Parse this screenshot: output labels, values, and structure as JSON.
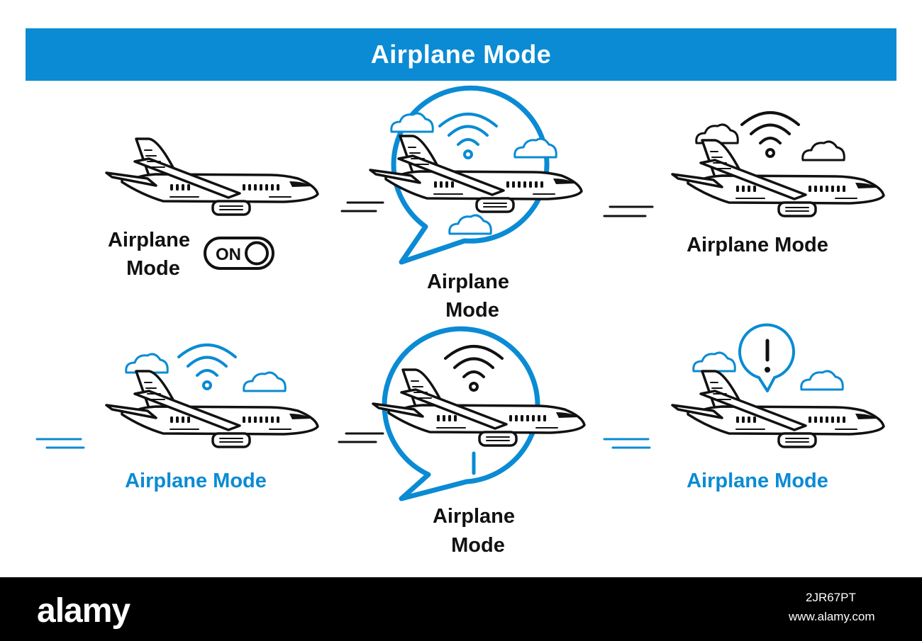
{
  "header": {
    "title": "Airplane Mode"
  },
  "colors": {
    "accent": "#0a8bd4",
    "ink": "#111111",
    "background": "#ffffff",
    "footer": "#000000"
  },
  "icons": [
    {
      "name": "icon-toggle-on",
      "label_lines": [
        "Airplane",
        "Mode"
      ],
      "label_color": "#111111",
      "toggle_text": "ON"
    },
    {
      "name": "icon-bubble-wifi",
      "label_lines": [
        "Airplane",
        "Mode"
      ],
      "label_color": "#111111"
    },
    {
      "name": "icon-wifi-clouds",
      "label_lines": [
        "Airplane Mode"
      ],
      "label_color": "#111111"
    },
    {
      "name": "icon-wifi-clouds-blue",
      "label_lines": [
        "Airplane Mode"
      ],
      "label_color": "#0a8bd4"
    },
    {
      "name": "icon-bubble-wifi-alert",
      "label_lines": [
        "Airplane",
        "Mode"
      ],
      "label_color": "#111111"
    },
    {
      "name": "icon-alert-bubble-clouds",
      "label_lines": [
        "Airplane Mode"
      ],
      "label_color": "#0a8bd4"
    }
  ],
  "footer": {
    "logo": "alamy",
    "image_id": "2JR67PT",
    "url": "www.alamy.com"
  }
}
